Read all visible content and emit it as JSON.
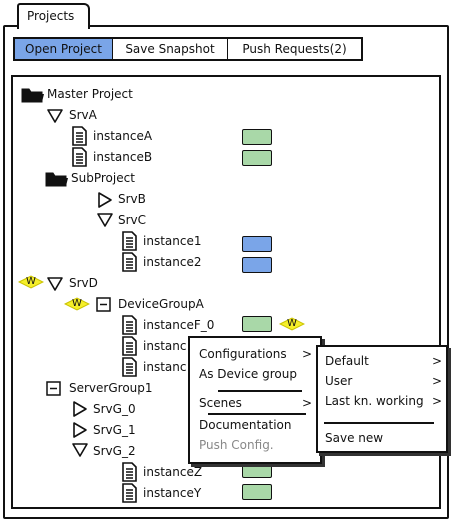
{
  "window": {
    "tab_label": "Projects"
  },
  "toolbar": {
    "open_project": "Open Project",
    "save_snapshot": "Save Snapshot",
    "push_requests": "Push Requests(2)"
  },
  "tree": {
    "master_project": "Master Project",
    "srva": "SrvA",
    "instance_a": "instanceA",
    "instance_b": "instanceB",
    "subproject": "SubProject",
    "srvb": "SrvB",
    "srvc": "SrvC",
    "instance1": "instance1",
    "instance2": "instance2",
    "srvd": "SrvD",
    "device_group_a": "DeviceGroupA",
    "instance_f0": "instanceF_0",
    "instance_f1": "instanc",
    "instance_f2": "instanc",
    "server_group1": "ServerGroup1",
    "srvg0": "SrvG_0",
    "srvg1": "SrvG_1",
    "srvg2": "SrvG_2",
    "instance_z": "instanceZ",
    "instance_y": "instanceY"
  },
  "badges": {
    "warning": "W"
  },
  "context_menu": {
    "configurations": "Configurations",
    "as_device_group": "As Device group",
    "scenes": "Scenes",
    "documentation": "Documentation",
    "push_config": "Push Config.",
    "chevron": ">"
  },
  "submenu": {
    "default": "Default",
    "user": "User",
    "last_working": "Last kn. working",
    "save_new": "Save new",
    "chevron": ">"
  },
  "colors": {
    "active_blue": "#7aa5e8",
    "status_green": "#a9d8a8",
    "warning_yellow": "#f5ef2a"
  },
  "icons": {
    "folder": "folder-icon",
    "expand": "triangle-down-icon",
    "collapse": "triangle-right-icon",
    "document": "document-icon",
    "minus_box": "minus-box-icon",
    "warning": "warning-badge-icon"
  }
}
